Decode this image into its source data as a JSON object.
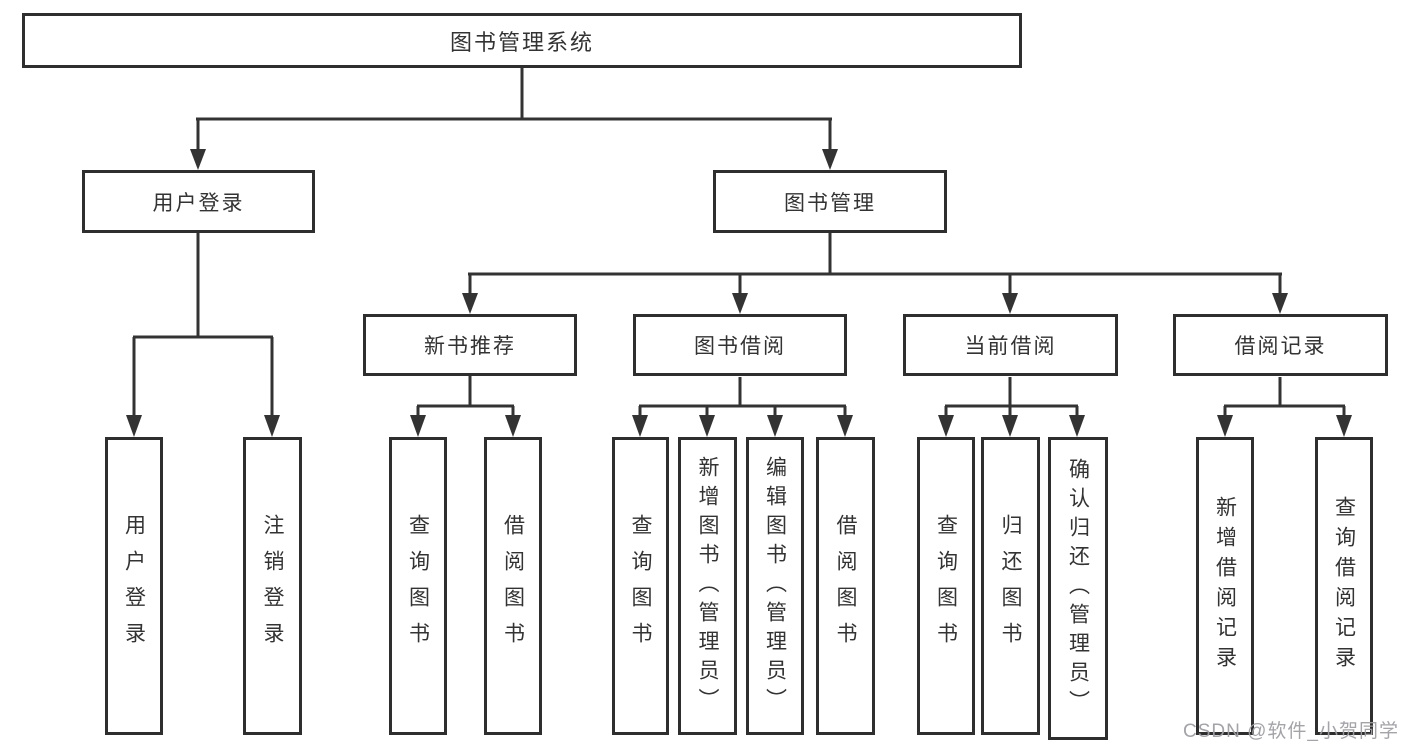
{
  "diagram": {
    "tree": {
      "label": "图书管理系统",
      "children": [
        {
          "label": "用户登录",
          "children": [
            {
              "label": "用户登录"
            },
            {
              "label": "注销登录"
            }
          ]
        },
        {
          "label": "图书管理",
          "children": [
            {
              "label": "新书推荐",
              "children": [
                {
                  "label": "查询图书"
                },
                {
                  "label": "借阅图书"
                }
              ]
            },
            {
              "label": "图书借阅",
              "children": [
                {
                  "label": "查询图书"
                },
                {
                  "label": "新增图书（管理员）"
                },
                {
                  "label": "编辑图书（管理员）"
                },
                {
                  "label": "借阅图书"
                }
              ]
            },
            {
              "label": "当前借阅",
              "children": [
                {
                  "label": "查询图书"
                },
                {
                  "label": "归还图书"
                },
                {
                  "label": "确认归还（管理员）"
                }
              ]
            },
            {
              "label": "借阅记录",
              "children": [
                {
                  "label": "新增借阅记录"
                },
                {
                  "label": "查询借阅记录"
                }
              ]
            }
          ]
        }
      ]
    },
    "line_color": "#333333",
    "box_border_color": "#2e2e2e",
    "background_color": "#ffffff"
  },
  "watermark": {
    "text": "CSDN @软件_小贺同学"
  }
}
